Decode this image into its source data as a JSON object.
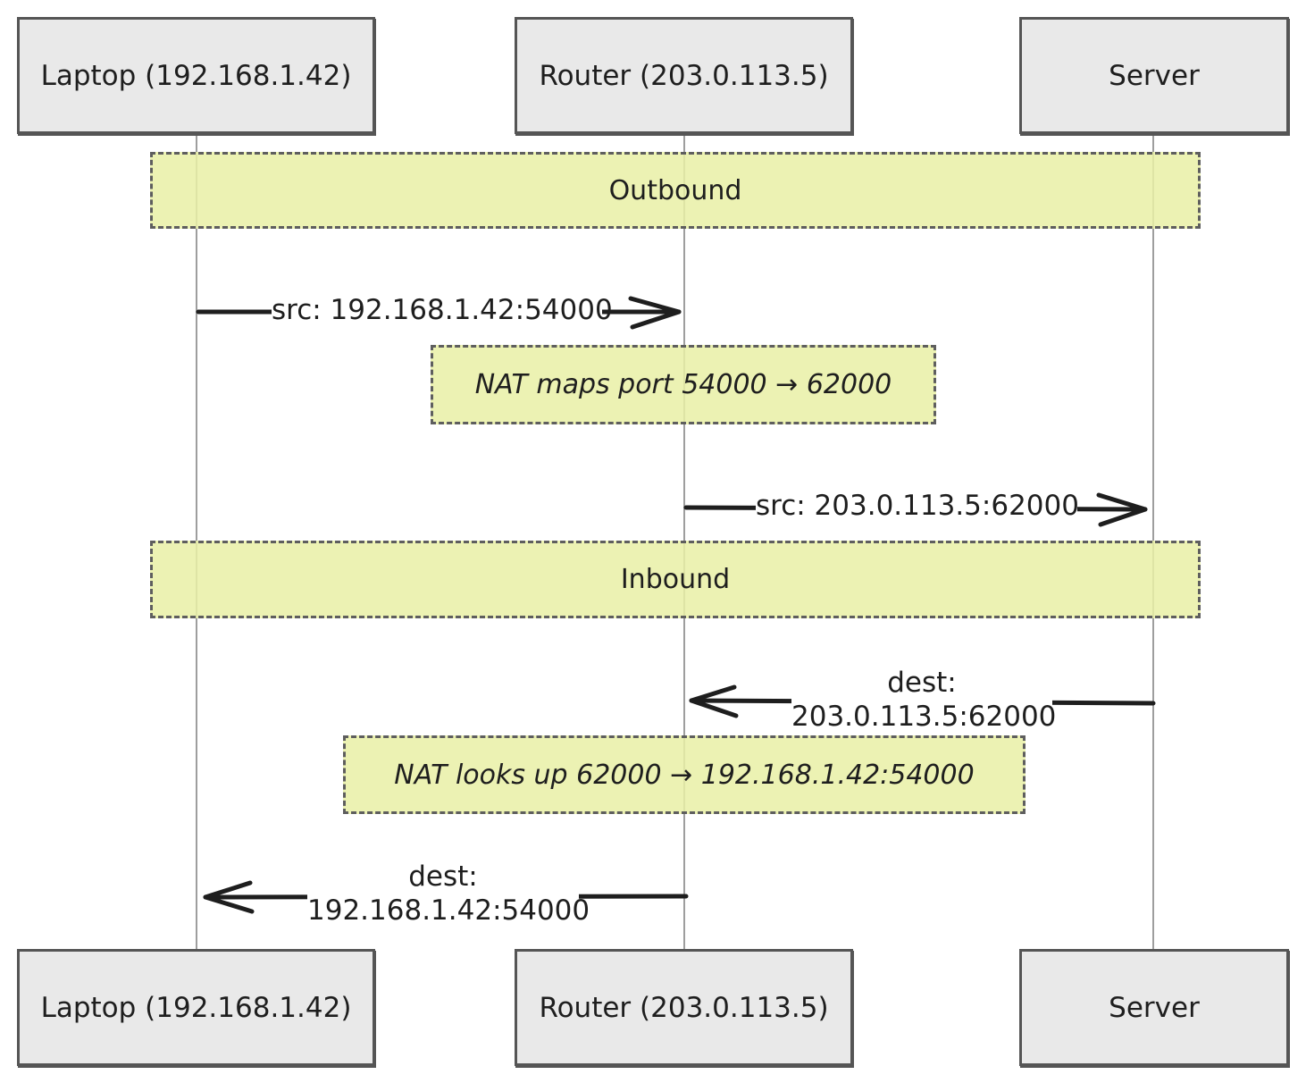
{
  "participants": {
    "laptop": "Laptop (192.168.1.42)",
    "router": "Router (203.0.113.5)",
    "server": "Server"
  },
  "sections": {
    "outbound": "Outbound",
    "inbound": "Inbound"
  },
  "notes": {
    "nat_map": "NAT maps port 54000 → 62000",
    "nat_lookup": "NAT looks up 62000 → 192.168.1.42:54000"
  },
  "messages": {
    "laptop_to_router": "src: 192.168.1.42:54000",
    "router_to_server": "src: 203.0.113.5:62000",
    "server_to_router_line1": "dest:",
    "server_to_router_line2": "203.0.113.5:62000",
    "router_to_laptop_line1": "dest:",
    "router_to_laptop_line2": "192.168.1.42:54000"
  },
  "colors": {
    "participant_fill": "#e9e9e9",
    "highlight_fill": "#e9f0a6",
    "stroke": "#1e1e1e",
    "lifeline": "#9e9e9e"
  }
}
